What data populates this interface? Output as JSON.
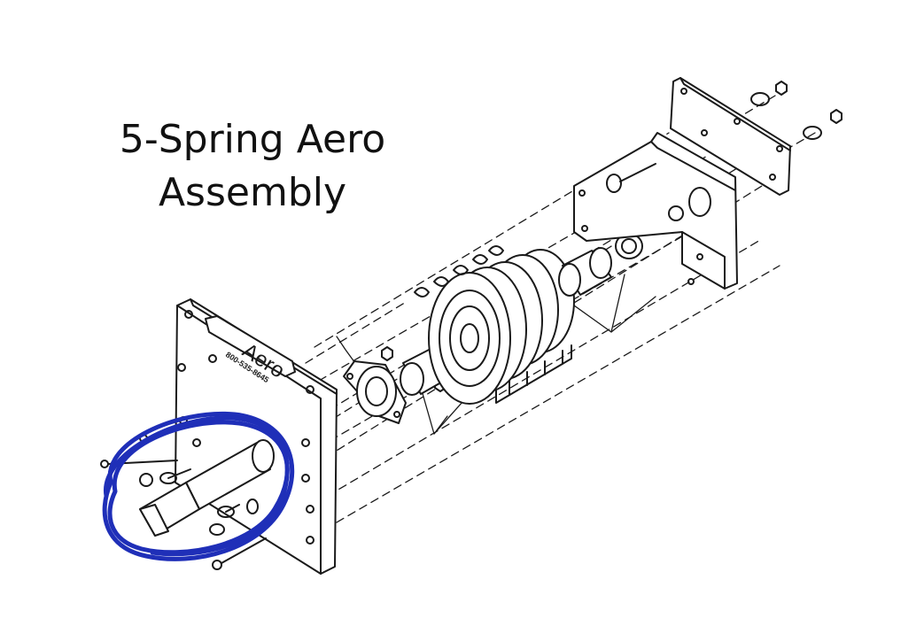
{
  "title": {
    "line1": "5-Spring Aero",
    "line2": "Assembly"
  },
  "plate_label": {
    "brand": "Aero",
    "phone": "800-535-8645"
  },
  "colors": {
    "ink": "#1a1a1a",
    "circle_highlight": "#1f2fb8",
    "background": "#ffffff"
  }
}
